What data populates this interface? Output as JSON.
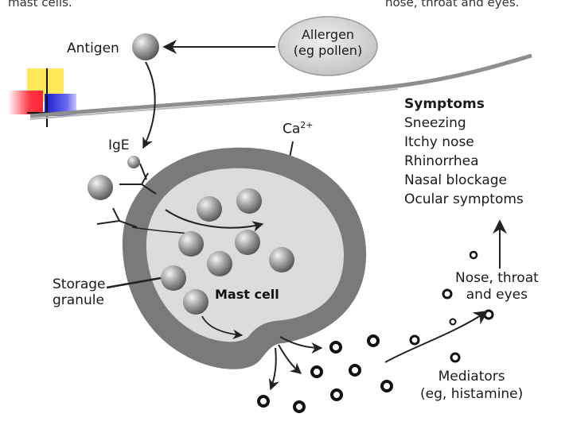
{
  "header": {
    "left_text": "mast cells.",
    "right_text": "nose, throat and eyes."
  },
  "labels": {
    "antigen": "Antigen",
    "allergen_line1": "Allergen",
    "allergen_line2": "(eg pollen)",
    "ige": "IgE",
    "calcium": "Ca",
    "calcium_sup": "2+",
    "storage_line1": "Storage",
    "storage_line2": "granule",
    "mast_cell": "Mast cell",
    "nose_line1": "Nose, throat",
    "nose_line2": "and eyes",
    "mediators_line1": "Mediators",
    "mediators_line2": "(eg, histamine)"
  },
  "symptoms": {
    "heading": "Symptoms",
    "items": [
      "Sneezing",
      "Itchy nose",
      "Rhinorrhea",
      "Nasal blockage",
      "Ocular symptoms"
    ]
  },
  "colors": {
    "membrane": "#8e8e8e",
    "cell_outer": "#7a7a7a",
    "cell_inner": "#dcdcdc",
    "allergen_fill": "#dddddd",
    "granule": "#7f7f7f",
    "arrow": "#222222",
    "deco_yellow": "#ffe85a",
    "deco_red": "#ff2233",
    "deco_blue": "#1a1ad0"
  }
}
